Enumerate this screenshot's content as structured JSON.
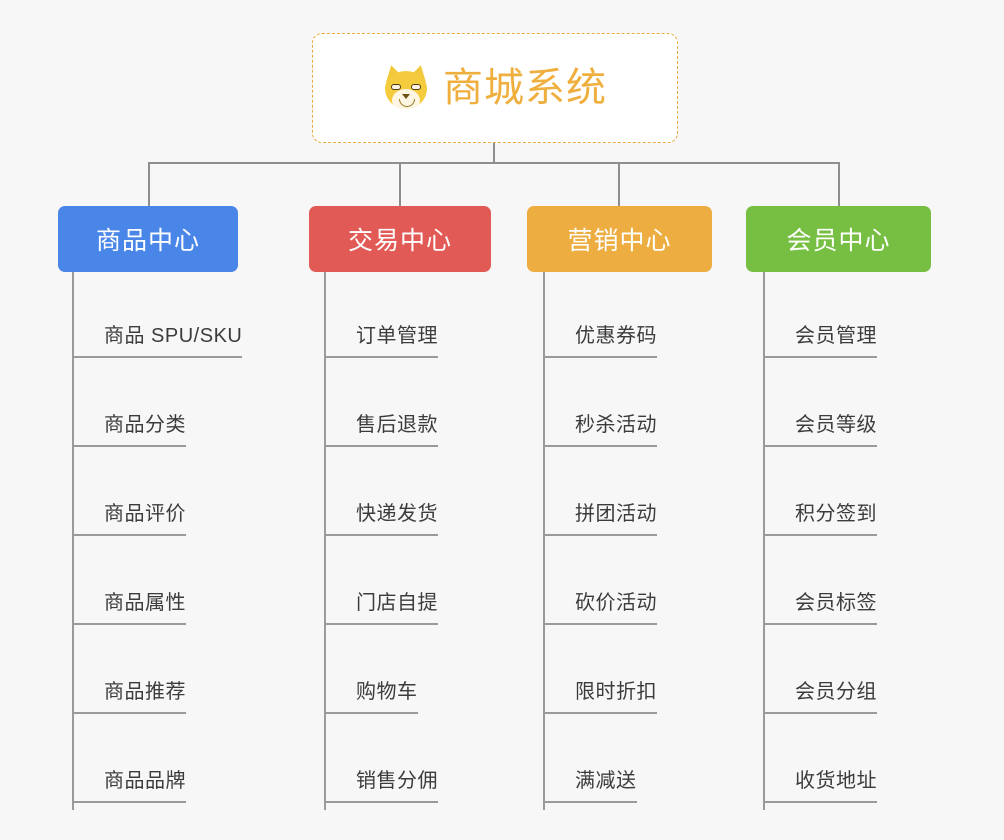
{
  "diagram": {
    "type": "org-chart",
    "background_color": "#f7f7f7",
    "root": {
      "title": "商城系统",
      "icon": "shiba-dog-face-icon",
      "text_color": "#eeaf3e",
      "border_color": "#e9ab3f",
      "background_color": "#ffffff"
    },
    "line_color": "#8e8e8e",
    "branches": [
      {
        "id": "product-center",
        "label": "商品中心",
        "color": "#4a86e8",
        "items": [
          "商品 SPU/SKU",
          "商品分类",
          "商品评价",
          "商品属性",
          "商品推荐",
          "商品品牌"
        ]
      },
      {
        "id": "trade-center",
        "label": "交易中心",
        "color": "#e25a55",
        "items": [
          "订单管理",
          "售后退款",
          "快递发货",
          "门店自提",
          "购物车",
          "销售分佣"
        ]
      },
      {
        "id": "marketing-center",
        "label": "营销中心",
        "color": "#edad41",
        "items": [
          "优惠券码",
          "秒杀活动",
          "拼团活动",
          "砍价活动",
          "限时折扣",
          "满减送"
        ]
      },
      {
        "id": "member-center",
        "label": "会员中心",
        "color": "#76bf43",
        "items": [
          "会员管理",
          "会员等级",
          "积分签到",
          "会员标签",
          "会员分组",
          "收货地址"
        ]
      }
    ]
  }
}
